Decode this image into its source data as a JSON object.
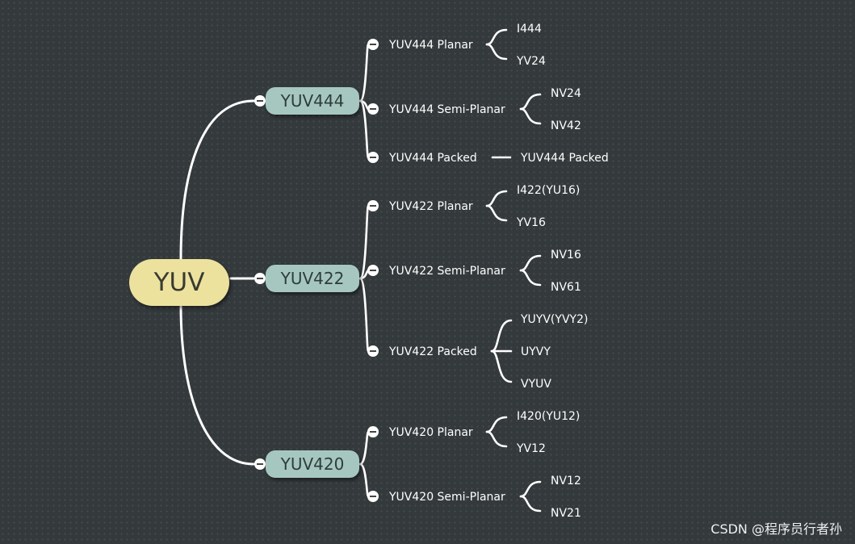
{
  "root": {
    "label": "YUV"
  },
  "branches": [
    {
      "label": "YUV444",
      "topics": [
        {
          "label": "YUV444 Planar",
          "leaves": [
            "I444",
            "YV24"
          ]
        },
        {
          "label": "YUV444 Semi-Planar",
          "leaves": [
            "NV24",
            "NV42"
          ]
        },
        {
          "label": "YUV444 Packed",
          "leaves": [
            "YUV444 Packed"
          ]
        }
      ]
    },
    {
      "label": "YUV422",
      "topics": [
        {
          "label": "YUV422 Planar",
          "leaves": [
            "I422(YU16)",
            "YV16"
          ]
        },
        {
          "label": "YUV422 Semi-Planar",
          "leaves": [
            "NV16",
            "NV61"
          ]
        },
        {
          "label": "YUV422 Packed",
          "leaves": [
            "YUYV(YVY2)",
            "UYVY",
            "VYUV"
          ]
        }
      ]
    },
    {
      "label": "YUV420",
      "topics": [
        {
          "label": "YUV420 Planar",
          "leaves": [
            "I420(YU12)",
            "YV12"
          ]
        },
        {
          "label": "YUV420 Semi-Planar",
          "leaves": [
            "NV12",
            "NV21"
          ]
        }
      ]
    }
  ],
  "watermark": "CSDN @程序员行者孙",
  "colors": {
    "background": "#34393c",
    "root": "#ece29e",
    "branch": "#a6c7bf",
    "line": "#ffffff"
  }
}
